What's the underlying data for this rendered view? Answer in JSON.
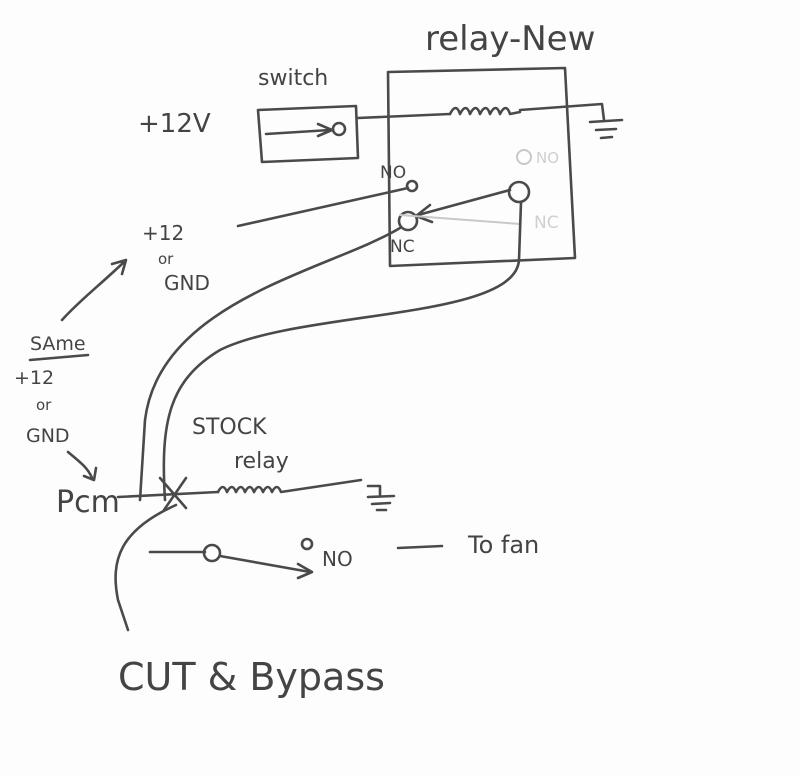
{
  "title": "relay-New",
  "switch_label": "switch",
  "supply_label": "+12V",
  "new_relay": {
    "no": "NO",
    "nc": "NC",
    "faded_no": "NO",
    "faded_nc": "NC"
  },
  "input_label": {
    "line1": "+12",
    "line2": "or",
    "line3": "GND"
  },
  "same_label": {
    "line1": "SAme",
    "line2": "+12",
    "line3": "or",
    "line4": "GND"
  },
  "pcm_label": "Pcm",
  "stock_relay": {
    "line1": "STOCK",
    "line2": "relay",
    "no": "NO"
  },
  "fan_label": "To fan",
  "cut_label": "CUT & Bypass"
}
